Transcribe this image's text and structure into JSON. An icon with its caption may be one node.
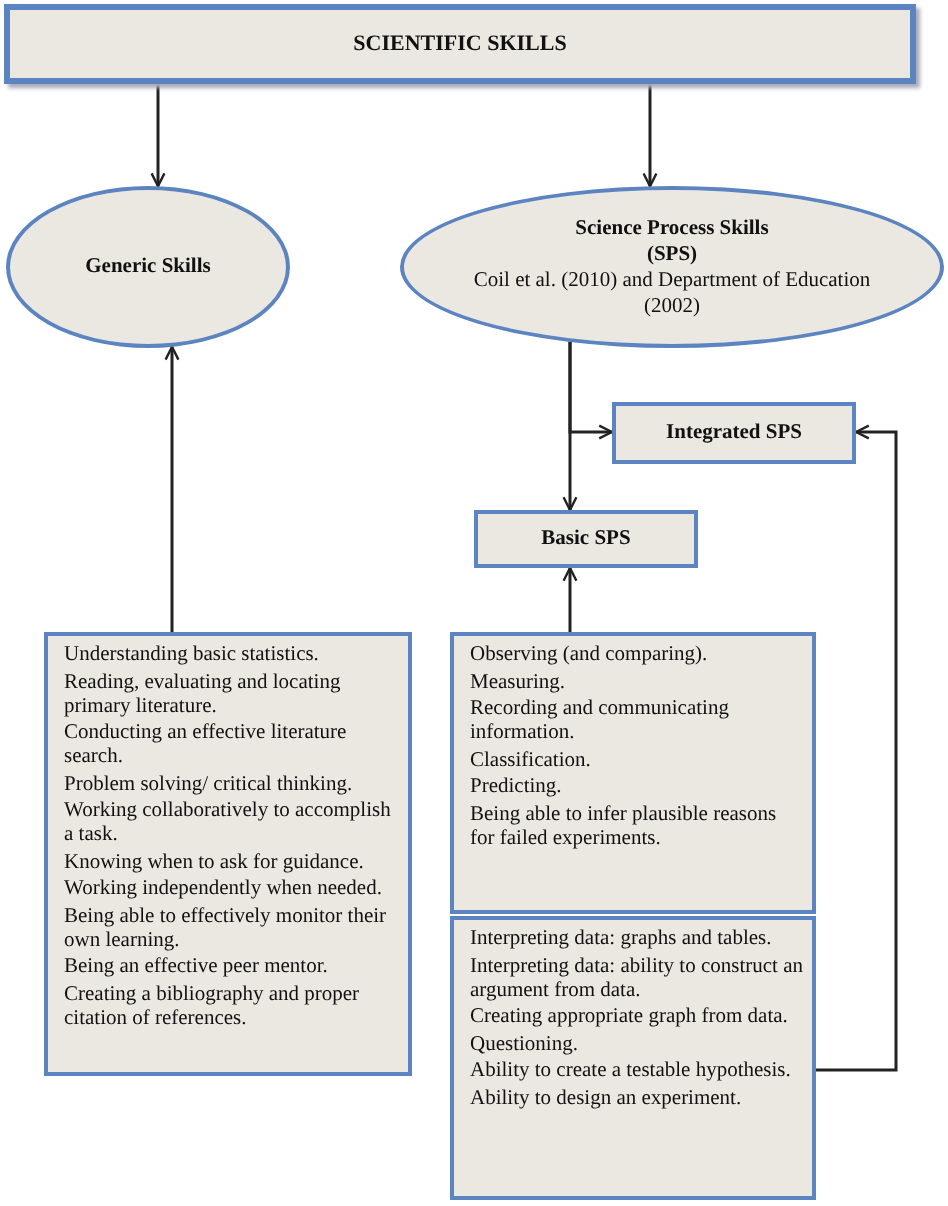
{
  "diagram": {
    "nodes": [
      {
        "text": [
          "SCIENTIFIC SKILLS"
        ]
      },
      {
        "text": [
          "Generic Skills"
        ]
      },
      {
        "text": [
          "Science Process Skills",
          "(SPS)",
          "Coil et al. (2010) and Department of Education (2002)"
        ]
      },
      {
        "text": [
          "Integrated SPS"
        ]
      },
      {
        "text": [
          "Basic SPS"
        ]
      },
      {
        "text": [
          "Understanding basic statistics.",
          "Reading, evaluating and locating primary literature.",
          "Conducting an effective literature search.",
          "Problem solving/ critical thinking.",
          "Working collaboratively to accomplish a task.",
          "Knowing when to ask for guidance.",
          "Working independently when needed.",
          "Being able to effectively monitor their own learning.",
          "Being an effective peer mentor.",
          "Creating a bibliography and proper citation of references."
        ]
      },
      {
        "text": [
          "Observing (and comparing).",
          "Measuring.",
          "Recording and communicating information.",
          "Classification.",
          "Predicting.",
          "Being able to infer plausible reasons for failed experiments."
        ]
      },
      {
        "text": [
          "Interpreting data: graphs and tables.",
          "Interpreting data: ability to construct an argument from data.",
          "Creating appropriate graph from data.",
          "Questioning.",
          "Ability to create a testable hypothesis.",
          "Ability to design an experiment."
        ]
      }
    ],
    "edges": [
      {
        "from": 0,
        "to": 1,
        "arrow": "to"
      },
      {
        "from": 0,
        "to": 2,
        "arrow": "to"
      },
      {
        "from": 2,
        "to": 3,
        "arrow": "to"
      },
      {
        "from": 2,
        "to": 4,
        "arrow": "to"
      },
      {
        "from": 6,
        "to": 4,
        "arrow": "to"
      },
      {
        "from": 7,
        "to": 3,
        "arrow": "to"
      },
      {
        "from": 5,
        "to": 1,
        "arrow": "to"
      }
    ]
  }
}
